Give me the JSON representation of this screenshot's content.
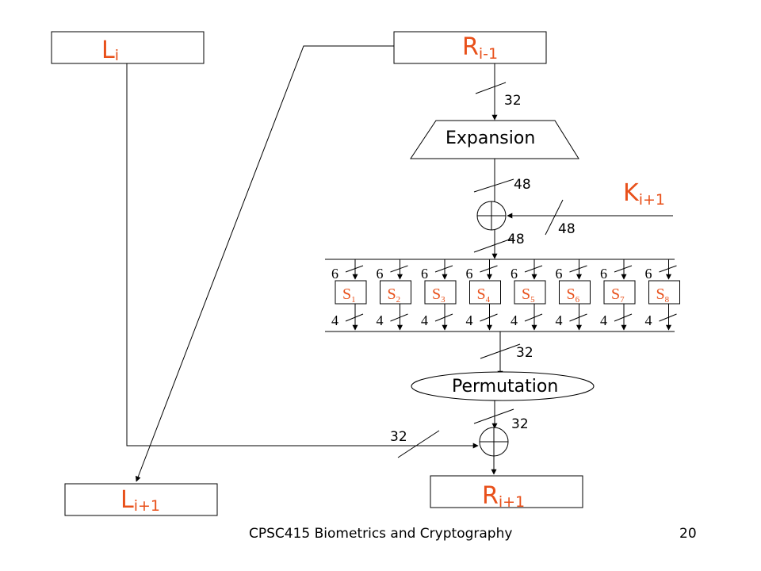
{
  "blocks": {
    "l_i": {
      "main": "L",
      "sub": "i"
    },
    "r_prev": {
      "main": "R",
      "sub": "i-1"
    },
    "l_next": {
      "main": "L",
      "sub": "i+1"
    },
    "r_next": {
      "main": "R",
      "sub": "i+1"
    },
    "key": {
      "main": "K",
      "sub": "i+1"
    },
    "expansion": "Expansion",
    "permutation": "Permutation"
  },
  "bit_widths": {
    "r_to_expansion": "32",
    "expansion_out": "48",
    "key_in": "48",
    "xor_out": "48",
    "sbox_out": "32",
    "perm_out": "32",
    "l_in": "32"
  },
  "sboxes": [
    {
      "main": "S",
      "sub": "1",
      "in": "6",
      "out": "4"
    },
    {
      "main": "S",
      "sub": "2",
      "in": "6",
      "out": "4"
    },
    {
      "main": "S",
      "sub": "3",
      "in": "6",
      "out": "4"
    },
    {
      "main": "S",
      "sub": "4",
      "in": "6",
      "out": "4"
    },
    {
      "main": "S",
      "sub": "5",
      "in": "6",
      "out": "4"
    },
    {
      "main": "S",
      "sub": "6",
      "in": "6",
      "out": "4"
    },
    {
      "main": "S",
      "sub": "7",
      "in": "6",
      "out": "4"
    },
    {
      "main": "S",
      "sub": "8",
      "in": "6",
      "out": "4"
    }
  ],
  "footer": {
    "course": "CPSC415 Biometrics and Cryptography",
    "page": "20"
  },
  "colors": {
    "accent": "#e8501a",
    "ink": "#000000"
  }
}
